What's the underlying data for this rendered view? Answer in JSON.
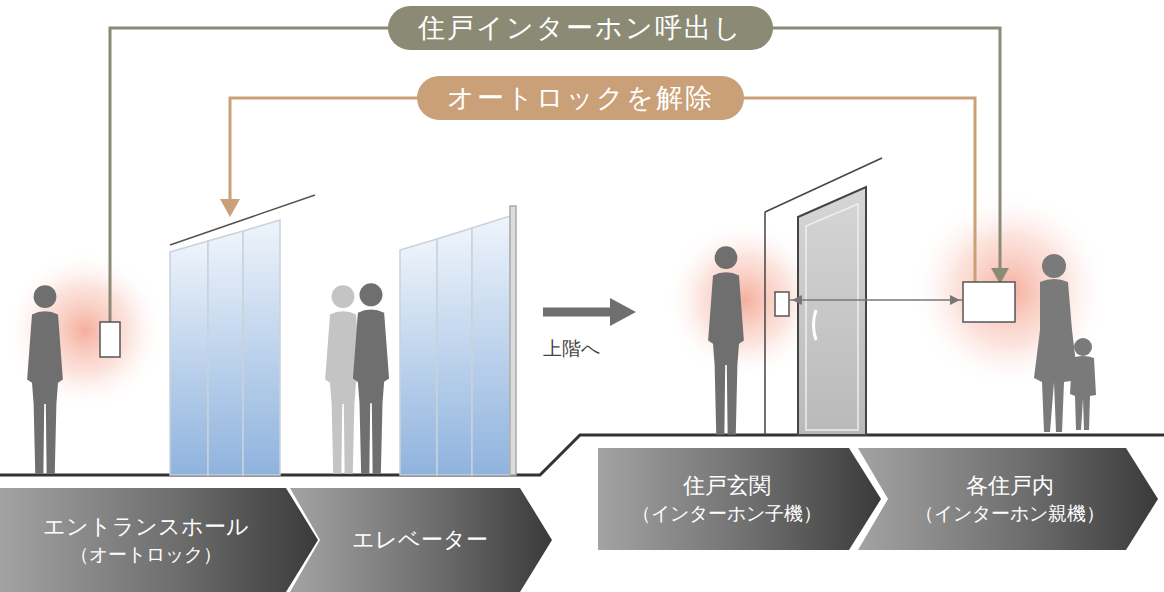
{
  "diagram": {
    "nodes": [
      {
        "text": [
          "住戸インターホン呼出し"
        ]
      },
      {
        "text": [
          "オートロックを解除"
        ]
      },
      {
        "text": [
          "エントランスホール",
          "（オートロック）"
        ]
      },
      {
        "text": [
          "エレベーター"
        ]
      },
      {
        "text": [
          "住戸玄関",
          "（インターホン子機）"
        ]
      },
      {
        "text": [
          "各住戸内",
          "（インターホン親機）"
        ]
      }
    ],
    "labels": [
      "上階へ"
    ]
  }
}
